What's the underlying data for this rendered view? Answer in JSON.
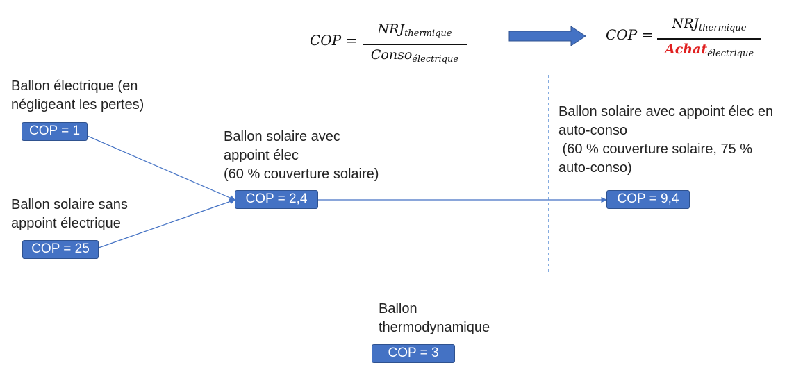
{
  "formulas": {
    "left": {
      "lhs": "COP =",
      "num_main": "NRJ",
      "num_sub": "thermique",
      "den_main": "Conso",
      "den_sub": "électrique"
    },
    "right": {
      "lhs": "COP =",
      "num_main": "NRJ",
      "num_sub": "thermique",
      "den_main": "Achat",
      "den_sub": "électrique",
      "highlight_color": "#e02020"
    }
  },
  "nodes": {
    "ballon_electrique": {
      "label": "Ballon électrique (en\nnégligeant les pertes)",
      "cop": "COP = 1"
    },
    "ballon_solaire_sans": {
      "label": "Ballon solaire sans\nappoint électrique",
      "cop": "COP = 25"
    },
    "ballon_solaire_avec": {
      "label": "Ballon solaire avec\nappoint élec\n(60 % couverture solaire)",
      "cop": "COP = 2,4"
    },
    "ballon_autoconso": {
      "label": "Ballon solaire avec appoint élec en\nauto-conso\n (60 % couverture solaire, 75 %\nauto-conso)",
      "cop": "COP = 9,4"
    },
    "ballon_thermo": {
      "label": "Ballon\nthermodynamique",
      "cop": "COP = 3"
    }
  },
  "colors": {
    "box_fill": "#4472c4",
    "box_border": "#2f528f",
    "connector": "#4472c4",
    "divider": "#5b8fd6"
  }
}
